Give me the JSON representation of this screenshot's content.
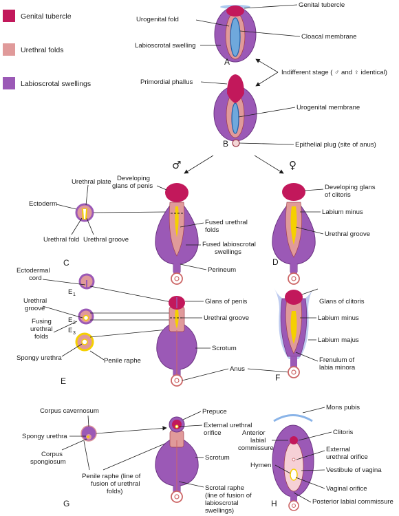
{
  "colors": {
    "genital_tubercle": "#c2185b",
    "urethral_folds": "#e09a9a",
    "labioscrotal_swellings": "#9b59b6",
    "cloacal_membrane": "#6fa8dc",
    "urethral_groove": "#f5d000",
    "membrane_outline": "#1f5fa8"
  },
  "legend": {
    "genital_tubercle": "Genital tubercle",
    "urethral_folds": "Urethral folds",
    "labioscrotal_swellings": "Labioscrotal swellings"
  },
  "stages": {
    "A": "A",
    "B": "B",
    "C": "C",
    "D": "D",
    "E": "E",
    "F": "F",
    "G": "G",
    "H": "H"
  },
  "sections": {
    "E1": "E",
    "E2": "E",
    "E3": "E",
    "sub1": "1",
    "sub2": "2",
    "sub3": "3"
  },
  "symbols": {
    "male": "♂",
    "female": "♀"
  },
  "labels_A": {
    "genital_tubercle": "Genital tubercle",
    "urogenital_fold": "Urogenital fold",
    "labioscrotal_swelling": "Labioscrotal swelling",
    "cloacal_membrane": "Cloacal membrane",
    "indifferent_stage": "Indifferent stage ( ♂ and ♀ identical)"
  },
  "labels_B": {
    "primordial_phallus": "Primordial phallus",
    "urogenital_membrane": "Urogenital membrane",
    "epithelial_plug": "Epithelial plug (site of anus)"
  },
  "labels_C": {
    "urethral_plate": "Urethral plate",
    "ectoderm": "Ectoderm",
    "urethral_fold": "Urethral fold",
    "urethral_groove": "Urethral groove",
    "developing_glans_penis_1": "Developing",
    "developing_glans_penis_2": "glans of penis",
    "fused_urethral_folds_1": "Fused urethral",
    "fused_urethral_folds_2": "folds",
    "fused_labioscrotal_1": "Fused labioscrotal",
    "fused_labioscrotal_2": "swellings",
    "perineum": "Perineum"
  },
  "labels_D": {
    "developing_glans_clitoris_1": "Developing glans",
    "developing_glans_clitoris_2": "of clitoris",
    "labium_minus": "Labium minus",
    "urethral_groove": "Urethral groove"
  },
  "labels_E": {
    "ectodermal_cord_1": "Ectodermal",
    "ectodermal_cord_2": "cord",
    "urethral_groove_1": "Urethral",
    "urethral_groove_2": "groove",
    "fusing_folds_1": "Fusing",
    "fusing_folds_2": "urethral",
    "fusing_folds_3": "folds",
    "spongy_urethra": "Spongy urethra",
    "penile_raphe": "Penile raphe",
    "glans_of_penis": "Glans of penis",
    "urethral_groove_r": "Urethral groove",
    "scrotum": "Scrotum",
    "anus": "Anus"
  },
  "labels_F": {
    "glans_of_clitoris": "Glans of clitoris",
    "labium_minus": "Labium minus",
    "labium_majus": "Labium majus",
    "frenulum_1": "Frenulum of",
    "frenulum_2": "labia minora"
  },
  "labels_G": {
    "corpus_cavernosum": "Corpus cavernosum",
    "spongy_urethra": "Spongy urethra",
    "corpus_spongiosum_1": "Corpus",
    "corpus_spongiosum_2": "spongiosum",
    "prepuce": "Prepuce",
    "external_urethral_orifice_1": "External urethral",
    "external_urethral_orifice_2": "orifice",
    "scrotum": "Scrotum",
    "penile_raphe_1": "Penile raphe (line of",
    "penile_raphe_2": "fusion of urethral",
    "penile_raphe_3": "folds)",
    "scrotal_raphe_1": "Scrotal raphe",
    "scrotal_raphe_2": "(line of fusion of",
    "scrotal_raphe_3": "labioscrotal",
    "scrotal_raphe_4": "swellings)"
  },
  "labels_H": {
    "mons_pubis": "Mons pubis",
    "clitoris": "Clitoris",
    "anterior_commissure_1": "Anterior",
    "anterior_commissure_2": "labial",
    "anterior_commissure_3": "commissure",
    "external_urethral_orifice_1": "External",
    "external_urethral_orifice_2": "urethral orifice",
    "hymen": "Hymen",
    "vestibule": "Vestibule of vagina",
    "vaginal_orifice": "Vaginal orifice",
    "posterior_commissure": "Posterior labial commissure"
  }
}
